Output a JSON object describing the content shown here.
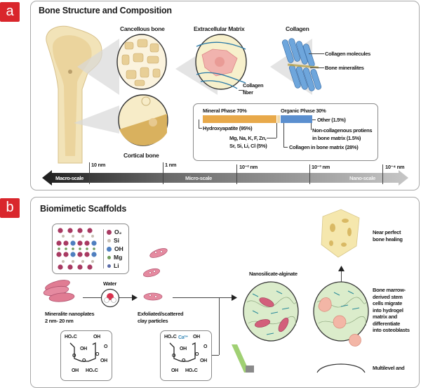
{
  "panel_a": {
    "badge": "a",
    "title": "Bone Structure and Composition",
    "labels": {
      "cancellous": "Cancellous bone",
      "ecm": "Extracellular Matrix",
      "collagen": "Collagen",
      "collagen_molecules": "Collagen molecules",
      "bone_mineralites": "Bone mineralites",
      "collagen_fiber_1": "Collagen",
      "collagen_fiber_2": "fiber",
      "cortical": "Cortical bone"
    },
    "composition": {
      "mineral_title": "Mineral Phase 70%",
      "organic_title": "Organic Phase 30%",
      "hydroxyapatite": "Hydroxyapatite (95%)",
      "ions_1": "Mg, Na, K, F, Zn,",
      "ions_2": "Sr, Si, Li, Cl (5%)",
      "other": "Other (1.5%)",
      "noncollagenous_1": "Non-collagenous protiens",
      "noncollagenous_2": "in bone matrix (1.5%)",
      "collagen_matrix": "Collagen in bone matrix (28%)",
      "mineral_percent": 70,
      "organic_percent": 30,
      "colors": {
        "mineral": "#e8a94a",
        "organic": "#5b8fcf"
      }
    },
    "scale": {
      "ticks": [
        "10 nm",
        "1 nm",
        "10⁻² nm",
        "10⁻³ nm",
        "10⁻⁴ nm"
      ],
      "zones": [
        "Macro-scale",
        "Micro-scale",
        "Nano-scale"
      ]
    }
  },
  "panel_b": {
    "badge": "b",
    "title": "Biomimetic Scaffolds",
    "legend": [
      {
        "label": "O₂",
        "color": "#a83a62"
      },
      {
        "label": "Si",
        "color": "#c8c0b4"
      },
      {
        "label": "OH",
        "color": "#4f7fbf"
      },
      {
        "label": "Mg",
        "color": "#6e9a5a"
      },
      {
        "label": "Li",
        "color": "#5a6aa8"
      }
    ],
    "water": "Water",
    "nanoplates_1": "Mineralite nanoplates",
    "nanoplates_2": "2 nm- 20 nm",
    "exfoliated_1": "Exfoliated/scattered",
    "exfoliated_2": "clay particles",
    "nanosilicate": "Nanosilicate-alginate",
    "healing_1": "Near perfect",
    "healing_2": "bone healing",
    "stem": [
      "Bone marrow-",
      "derived stem",
      "cells migrate",
      "into hydrogel",
      "matrix and",
      "differentiate",
      "into osteoblasts"
    ],
    "multilevel": "Multilevel and",
    "alginate": {
      "ho2c_top": "HO₂C",
      "oh_top": "OH",
      "oh_mid": "OH",
      "o_right": "O",
      "o_ring1": "O",
      "o_link": "O",
      "o_ring2": "O",
      "oh_right": "OH",
      "oh_bottom": "OH",
      "ho2c_bottom": "HO₂C",
      "ca": "Ca²⁺"
    }
  }
}
